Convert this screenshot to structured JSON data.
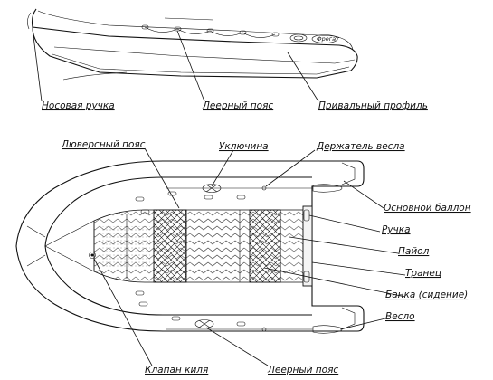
{
  "side_view": {
    "brand_text": "Фрегат",
    "labels": {
      "bow_handle": "Носовая ручка",
      "lifeline_top": "Леерный пояс",
      "fender_profile": "Привальный профиль"
    }
  },
  "top_view": {
    "labels": {
      "eyelet_belt": "Люверсный пояс",
      "oarlock": "Уключина",
      "oar_holder": "Держатель весла",
      "main_tube": "Основной баллон",
      "handle": "Ручка",
      "floor": "Пайол",
      "transom": "Транец",
      "bench": "Банка (сидение)",
      "oar": "Весло",
      "keel_valve": "Клапан киля",
      "lifeline_bottom": "Леерный пояс"
    }
  }
}
